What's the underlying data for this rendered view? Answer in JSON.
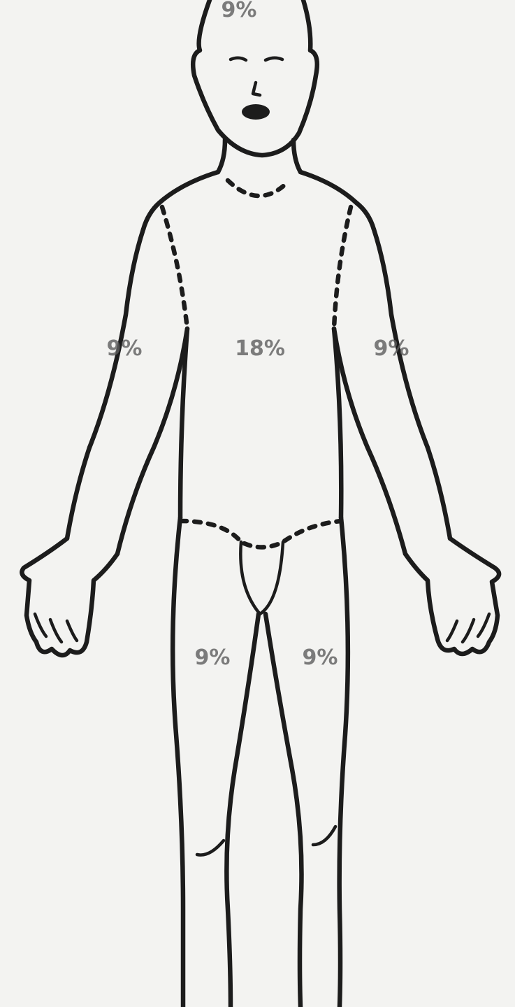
{
  "labels": {
    "head": "9%",
    "right_arm": "9%",
    "trunk": "18%",
    "left_arm": "9%",
    "right_leg": "9%",
    "left_leg": "9%"
  },
  "colors": {
    "background": "#f3f3f1",
    "outline": "#1c1c1c",
    "label_text": "#5e5e5e"
  }
}
